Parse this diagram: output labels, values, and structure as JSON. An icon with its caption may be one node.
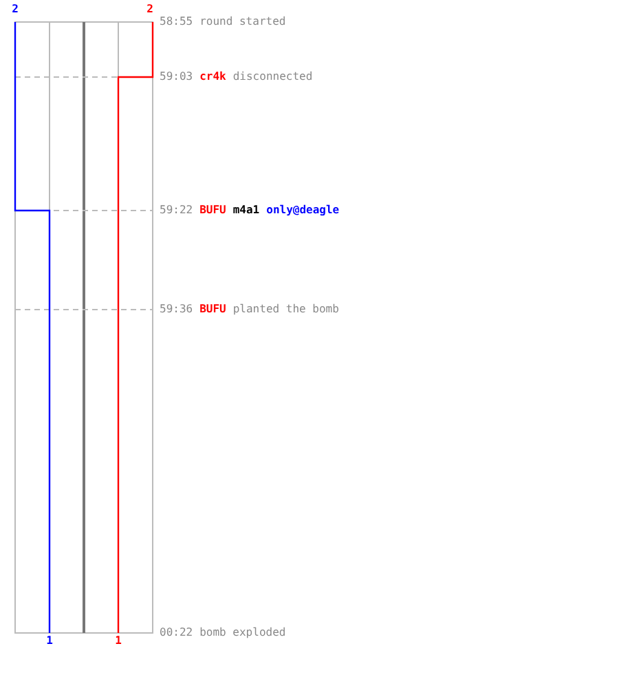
{
  "diagram": {
    "labels": [
      "2",
      "2",
      "58:55",
      "round started",
      "59:03",
      "cr4k",
      "disconnected",
      "59:22",
      "BUFU",
      "m4a1",
      "only@deagle",
      "59:36",
      "BUFU",
      "planted the bomb",
      "00:22",
      "bomb exploded",
      "1",
      "1"
    ]
  }
}
